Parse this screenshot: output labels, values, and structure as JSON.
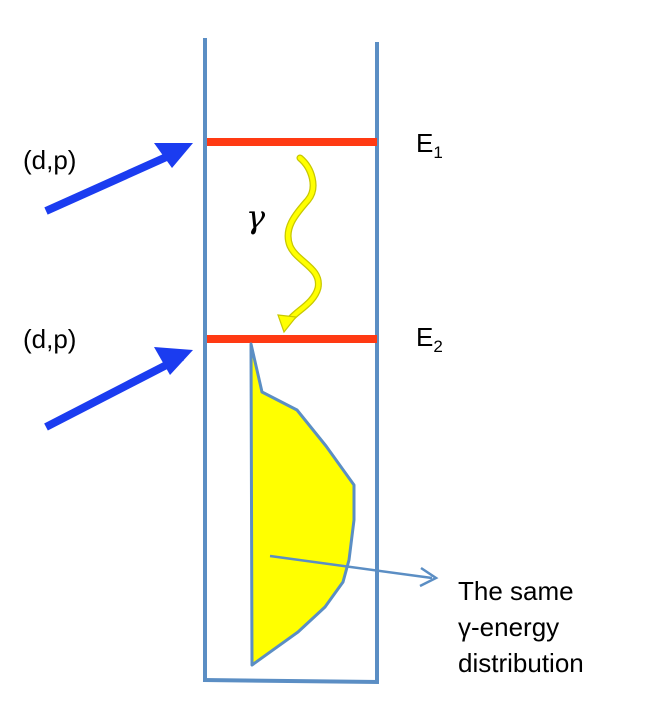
{
  "reaction_top_label": "(d,p)",
  "reaction_bottom_label": "(d,p)",
  "level_upper": {
    "symbol": "E",
    "subscript": "1"
  },
  "level_lower": {
    "symbol": "E",
    "subscript": "2"
  },
  "gamma_label": "γ",
  "annotation": {
    "line1": "The same",
    "line2": "γ-energy",
    "line3": "distribution"
  },
  "colors": {
    "well": "#5b8ec4",
    "level": "#ff3a13",
    "beam": "#1b3cf0",
    "gamma": "#ffff00",
    "distribution_fill": "#ffff00",
    "distribution_edge": "#5b8ec4",
    "pointer": "#5b8ec4"
  }
}
